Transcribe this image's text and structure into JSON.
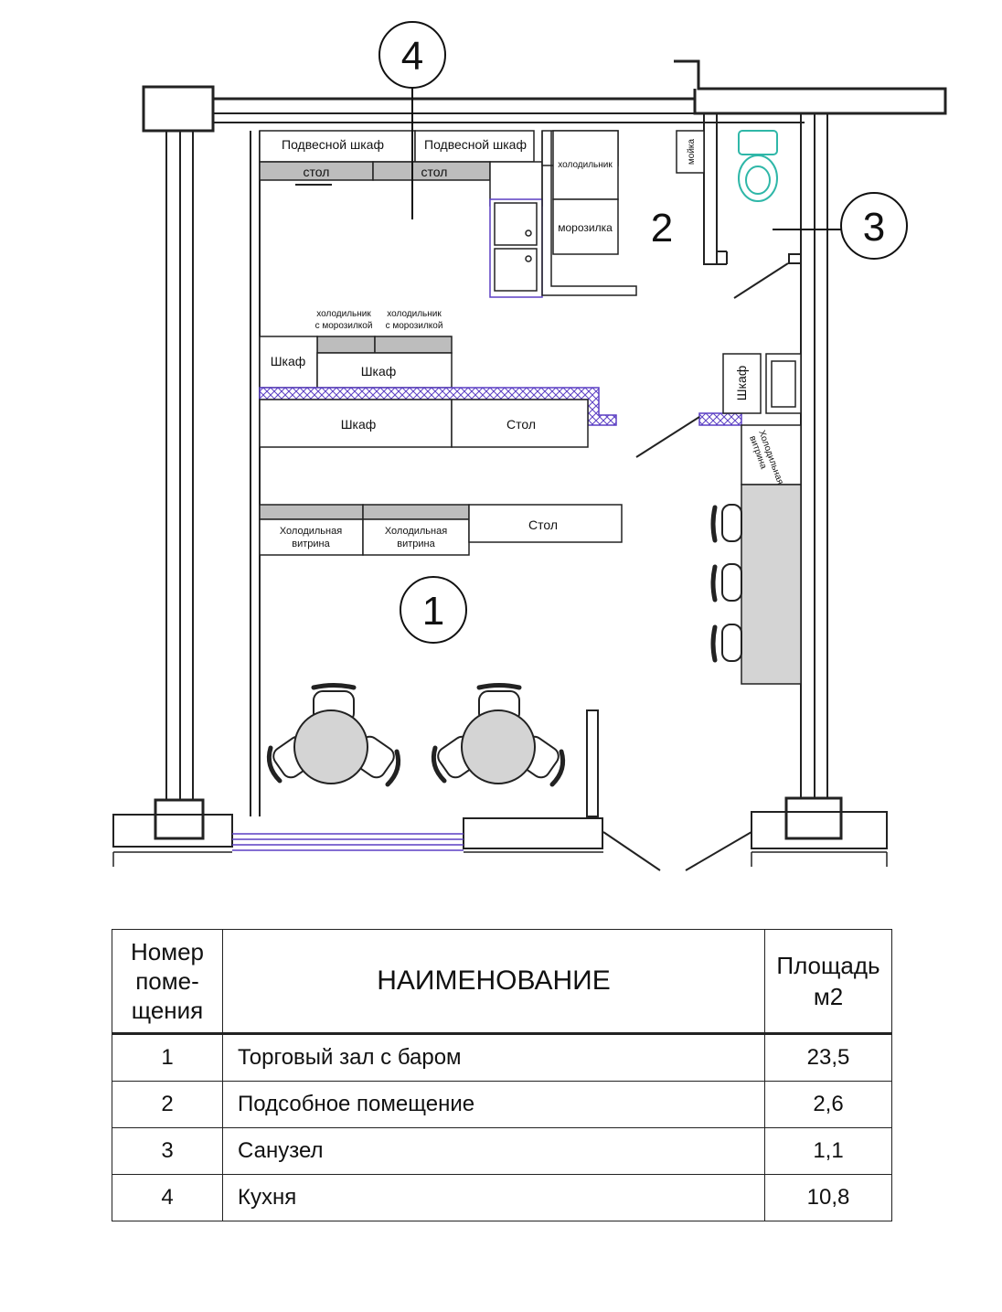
{
  "plan": {
    "rooms": [
      {
        "number": "1"
      },
      {
        "number": "2"
      },
      {
        "number": "3"
      },
      {
        "number": "4"
      }
    ],
    "labels": {
      "wall_cabinet_1": "Подвесной шкаф",
      "wall_cabinet_2": "Подвесной шкаф",
      "table_1": "стол",
      "table_2": "стол",
      "fridge": "холодильник",
      "freezer": "морозилка",
      "sink": "мойка",
      "fridge_freezer_1_line1": "холодильник",
      "fridge_freezer_1_line2": "с морозилкой",
      "fridge_freezer_2_line1": "холодильник",
      "fridge_freezer_2_line2": "с морозилкой",
      "cabinet_small": "Шкаф",
      "cabinet_mid": "Шкаф",
      "cabinet_big": "Шкаф",
      "table_big": "Стол",
      "cabinet_right": "Шкаф",
      "cold_display_right_line1": "Холодильная",
      "cold_display_right_line2": "витрина",
      "cold_display_1_line1": "Холодильная",
      "cold_display_1_line2": "витрина",
      "cold_display_2_line1": "Холодильная",
      "cold_display_2_line2": "витрина",
      "table_front": "Стол"
    },
    "colors": {
      "line": "#222222",
      "counter_gray": "#bdbdbd",
      "bar_gray": "#d4d4d4",
      "accent_purple": "#5b3fc4",
      "toilet_teal": "#2fb7a8"
    }
  },
  "table": {
    "header": {
      "number_line1": "Номер",
      "number_line2": "поме-",
      "number_line3": "щения",
      "name": "НАИМЕНОВАНИЕ",
      "area_line1": "Площадь",
      "area_line2": "м2"
    },
    "rows": [
      {
        "number": "1",
        "name": "Торговый зал с баром",
        "area": "23,5"
      },
      {
        "number": "2",
        "name": "Подсобное помещение",
        "area": "2,6"
      },
      {
        "number": "3",
        "name": "Санузел",
        "area": "1,1"
      },
      {
        "number": "4",
        "name": "Кухня",
        "area": "10,8"
      }
    ]
  }
}
